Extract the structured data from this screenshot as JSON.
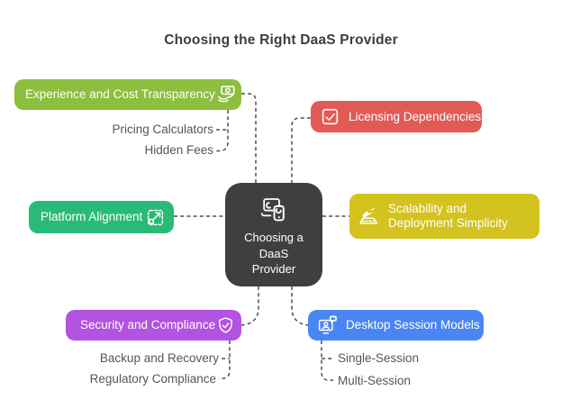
{
  "title": "Choosing the Right DaaS Provider",
  "colors": {
    "connector": "#4e4e4e",
    "subtext": "#565656",
    "title_text": "#3d3d3d"
  },
  "center": {
    "icon": "devices-sync-icon",
    "line1": "Choosing a",
    "line2": "DaaS",
    "line3": "Provider",
    "color": "#3f3f3f"
  },
  "branches": {
    "experience": {
      "label": "Experience and Cost Transparency",
      "color": "#8bbf3d",
      "icon": "cash-hand-icon",
      "children": [
        "Pricing Calculators",
        "Hidden Fees"
      ]
    },
    "licensing": {
      "label": "Licensing Dependencies",
      "color": "#e15a55",
      "icon": "checkbox-check-icon",
      "children": []
    },
    "platform": {
      "label": "Platform Alignment",
      "color": "#29bb76",
      "icon": "expand-arrows-icon",
      "children": []
    },
    "scalability": {
      "label": "Scalability and Deployment Simplicity",
      "color": "#d4c21e",
      "icon": "launch-ramp-icon",
      "children": []
    },
    "security": {
      "label": "Security and Compliance",
      "color": "#b253e2",
      "icon": "shield-check-icon",
      "children": [
        "Backup and Recovery",
        "Regulatory Compliance"
      ]
    },
    "desktop": {
      "label": "Desktop Session Models",
      "color": "#4a86f3",
      "icon": "desktop-user-icon",
      "children": [
        "Single-Session",
        "Multi-Session"
      ]
    }
  }
}
